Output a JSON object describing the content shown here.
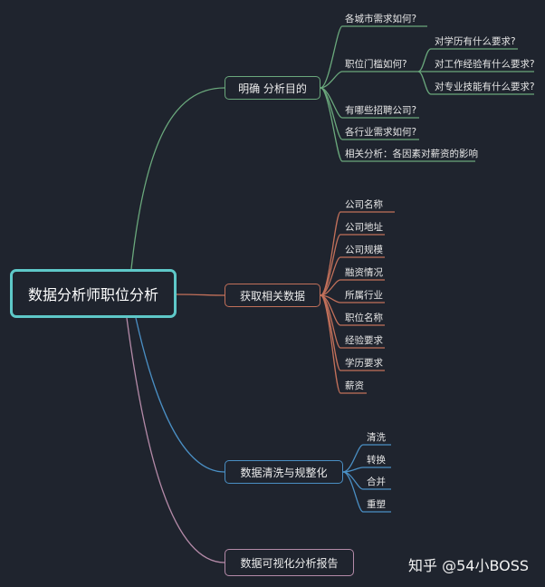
{
  "root": {
    "label": "数据分析师职位分析"
  },
  "branches": [
    {
      "label": "明确 分析目的",
      "color": "#6aa87c",
      "leaves": [
        "各城市需求如何?",
        "职位门槛如何?",
        "有哪些招聘公司?",
        "各行业需求如何?",
        "相关分析：各因素对薪资的影响"
      ],
      "subleaves": [
        "对学历有什么要求?",
        "对工作经验有什么要求?",
        "对专业技能有什么要求?"
      ]
    },
    {
      "label": "获取相关数据",
      "color": "#c2705a",
      "leaves": [
        "公司名称",
        "公司地址",
        "公司规模",
        "融资情况",
        "所属行业",
        "职位名称",
        "经验要求",
        "学历要求",
        "薪资"
      ]
    },
    {
      "label": "数据清洗与规整化",
      "color": "#4a8fc4",
      "leaves": [
        "清洗",
        "转换",
        "合并",
        "重塑"
      ]
    },
    {
      "label": "数据可视化分析报告",
      "color": "#b48aa8",
      "leaves": []
    }
  ],
  "watermark": "知乎 @54小BOSS"
}
